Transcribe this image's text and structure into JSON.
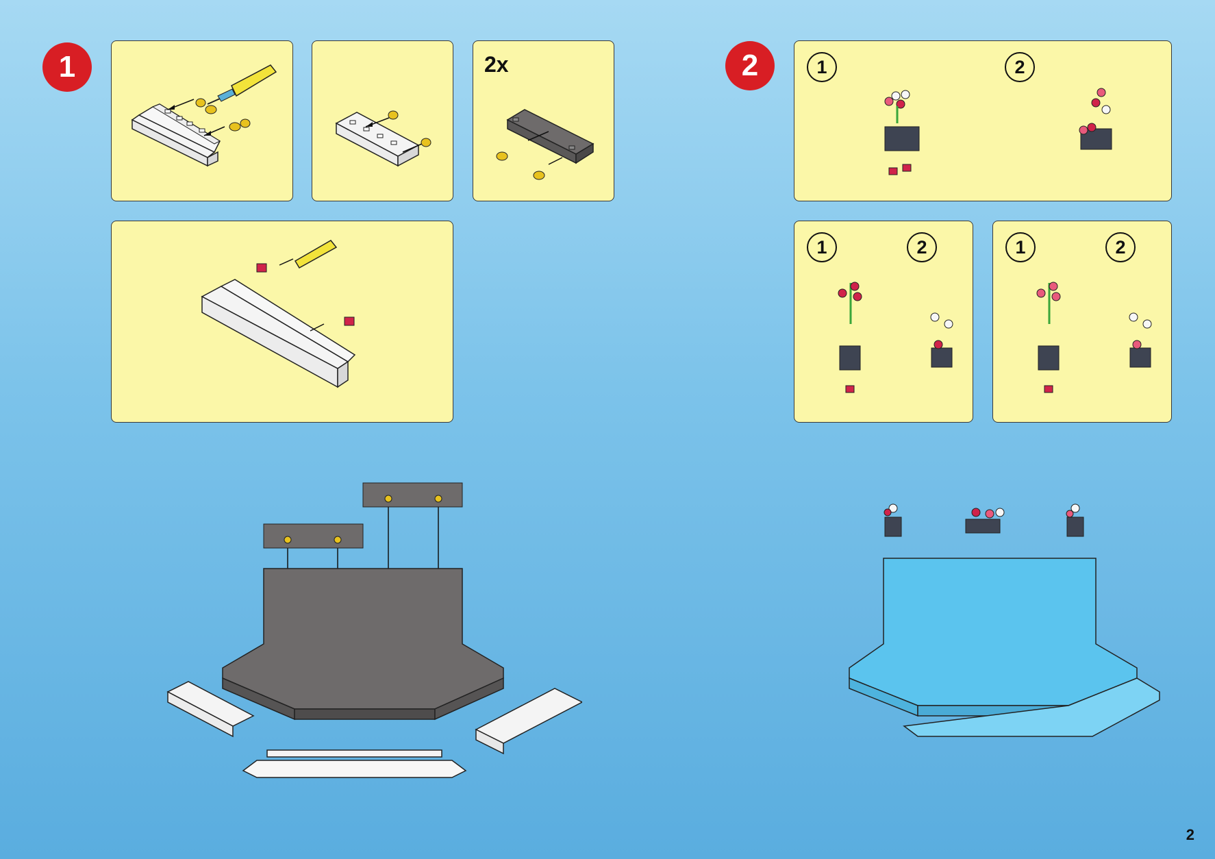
{
  "steps": [
    {
      "number": "1"
    },
    {
      "number": "2"
    }
  ],
  "step1": {
    "quantity_label": "2x"
  },
  "step2": {
    "panel_top": {
      "sub_labels": [
        "1",
        "2"
      ]
    },
    "panel_left": {
      "sub_labels": [
        "1",
        "2"
      ]
    },
    "panel_right": {
      "sub_labels": [
        "1",
        "2"
      ]
    }
  },
  "colors": {
    "background_top": "#a6d9f3",
    "background_bottom": "#5aaddf",
    "panel_fill": "#fbf7a8",
    "badge_red": "#d81e24",
    "base_dark_grey": "#6e6b6b",
    "base_blue": "#5bc4ee",
    "foam_white": "#f4f4f4",
    "peg_yellow": "#e8c21e",
    "flower_red": "#d0234a"
  },
  "page": {
    "number": "2"
  }
}
